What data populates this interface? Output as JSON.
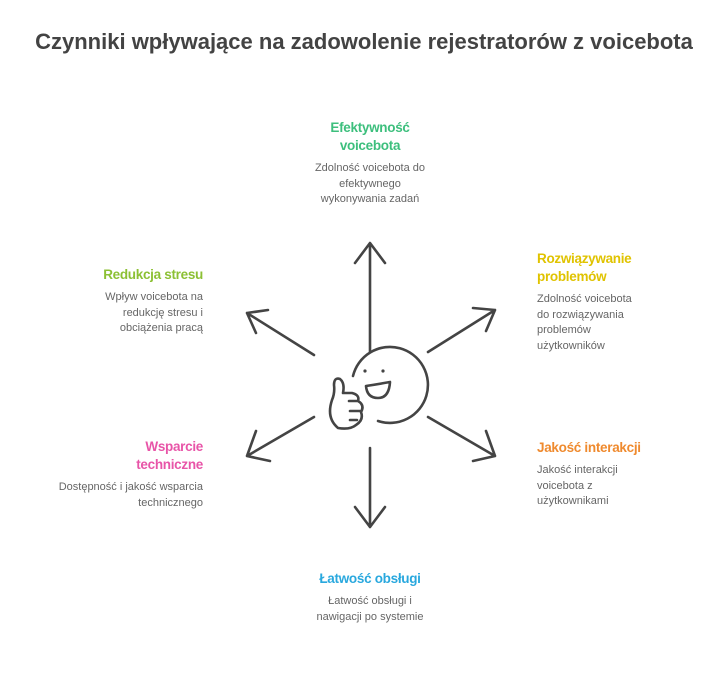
{
  "title": "Czynniki wpływające na zadowolenie rejestratorów z voicebota",
  "factors": [
    {
      "heading": "Efektywność voicebota",
      "description": "Zdolność voicebota do efektywnego wykonywania zadań",
      "color": "#3dbf7d"
    },
    {
      "heading": "Rozwiązywanie problemów",
      "description": "Zdolność voicebota do rozwiązywania problemów użytkowników",
      "color": "#e0c300"
    },
    {
      "heading": "Jakość interakcji",
      "description": "Jakość interakcji voicebota z użytkownikami",
      "color": "#ef8a2e"
    },
    {
      "heading": "Łatwość obsługi",
      "description": "Łatwość obsługi i nawigacji po systemie",
      "color": "#29a8de"
    },
    {
      "heading": "Wsparcie techniczne",
      "description": "Dostępność i jakość wsparcia technicznego",
      "color": "#e855a8"
    },
    {
      "heading": "Redukcja stresu",
      "description": "Wpływ voicebota na redukcję stresu i obciążenia pracą",
      "color": "#8cc034"
    }
  ],
  "center_icon": "smiley-thumbs-up-icon"
}
